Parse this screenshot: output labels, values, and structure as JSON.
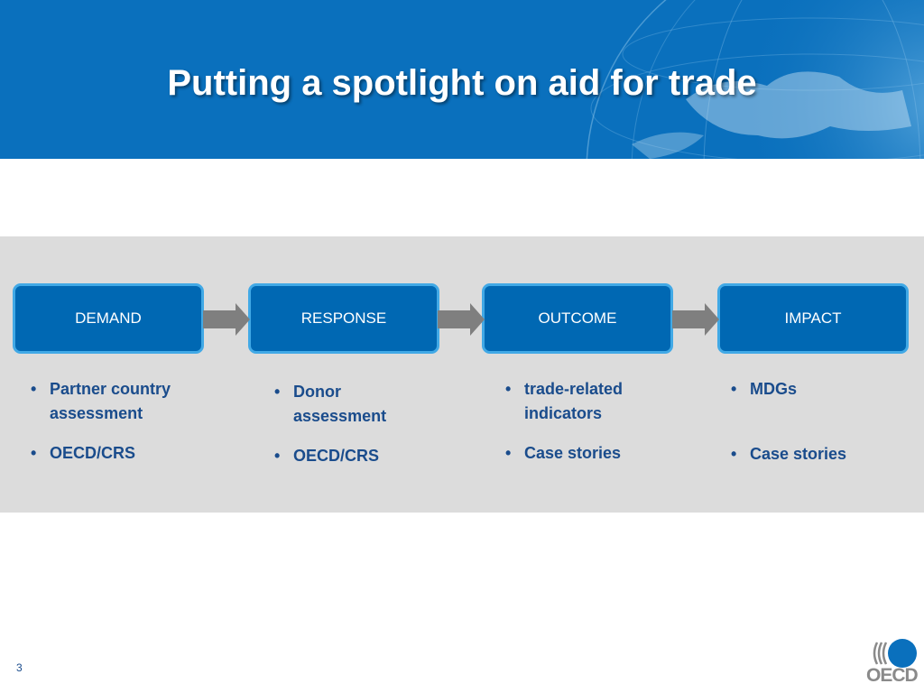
{
  "slide": {
    "title": "Putting a spotlight on aid for trade",
    "page_number": "3",
    "logo_text": "OECD"
  },
  "flow": [
    {
      "label": "DEMAND",
      "bullets": [
        "Partner country assessment",
        "OECD/CRS"
      ]
    },
    {
      "label": "RESPONSE",
      "bullets": [
        "Donor assessment",
        "OECD/CRS"
      ]
    },
    {
      "label": "OUTCOME",
      "bullets": [
        "trade-related indicators",
        "Case stories"
      ]
    },
    {
      "label": "IMPACT",
      "bullets": [
        "MDGs",
        "Case stories"
      ]
    }
  ],
  "colors": {
    "header_bg": "#0a70bd",
    "box_fill": "#0068b3",
    "box_border": "#41a9e6",
    "band_bg": "#dcdcdc",
    "bullet_text": "#1a4c8c",
    "arrow": "#7f7f7f"
  },
  "icons": [
    "globe-graphic",
    "chevron-arrow-icon",
    "oecd-logo-icon"
  ]
}
